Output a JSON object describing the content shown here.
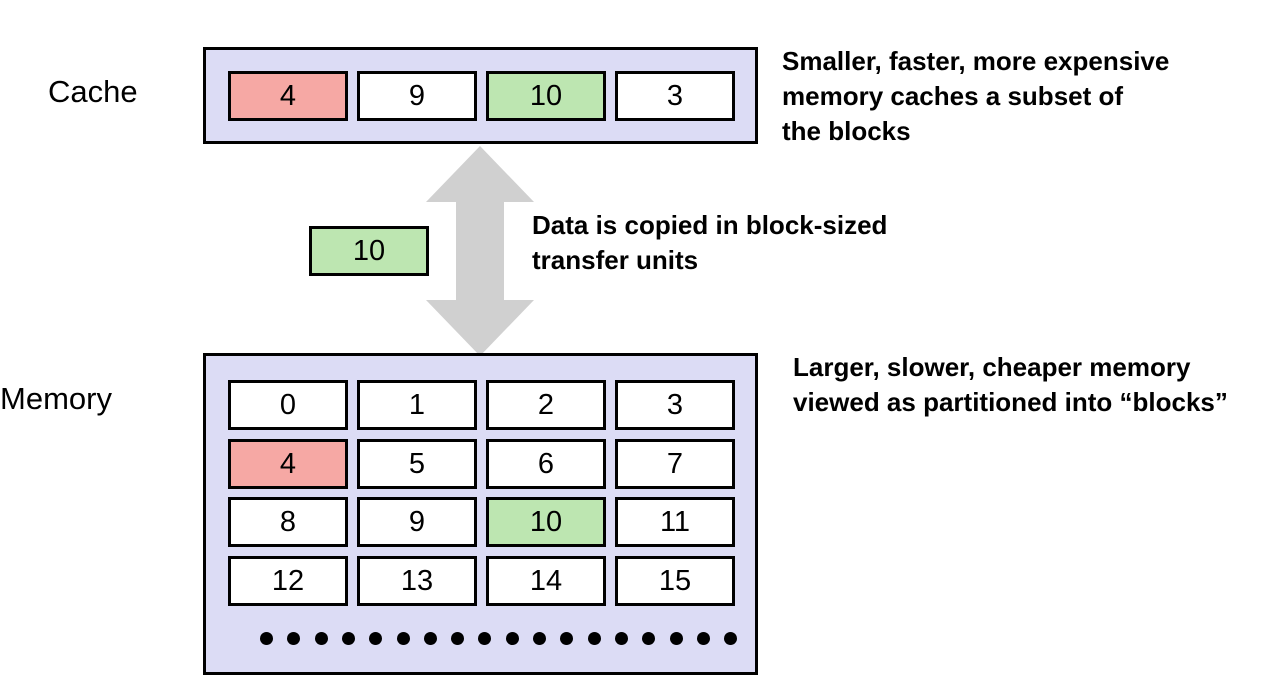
{
  "colors": {
    "panel_fill": "#dcdcf5",
    "block_fill": "#ffffff",
    "highlight_red": "#f6a8a4",
    "highlight_green": "#bde6b1",
    "arrow_fill": "#d0d0d0",
    "stroke": "#000000"
  },
  "cache": {
    "label": "Cache",
    "blocks": [
      {
        "value": "4",
        "highlight": "red"
      },
      {
        "value": "9",
        "highlight": "none"
      },
      {
        "value": "10",
        "highlight": "green"
      },
      {
        "value": "3",
        "highlight": "none"
      }
    ],
    "note": [
      "Smaller, faster, more expensive",
      "memory caches a  subset of",
      "the blocks"
    ]
  },
  "transfer": {
    "block": {
      "value": "10",
      "highlight": "green"
    },
    "note": [
      "Data is copied in block-sized",
      "transfer units"
    ]
  },
  "memory": {
    "label": "Memory",
    "rows": [
      [
        {
          "value": "0",
          "highlight": "none"
        },
        {
          "value": "1",
          "highlight": "none"
        },
        {
          "value": "2",
          "highlight": "none"
        },
        {
          "value": "3",
          "highlight": "none"
        }
      ],
      [
        {
          "value": "4",
          "highlight": "red"
        },
        {
          "value": "5",
          "highlight": "none"
        },
        {
          "value": "6",
          "highlight": "none"
        },
        {
          "value": "7",
          "highlight": "none"
        }
      ],
      [
        {
          "value": "8",
          "highlight": "none"
        },
        {
          "value": "9",
          "highlight": "none"
        },
        {
          "value": "10",
          "highlight": "green"
        },
        {
          "value": "11",
          "highlight": "none"
        }
      ],
      [
        {
          "value": "12",
          "highlight": "none"
        },
        {
          "value": "13",
          "highlight": "none"
        },
        {
          "value": "14",
          "highlight": "none"
        },
        {
          "value": "15",
          "highlight": "none"
        }
      ]
    ],
    "continuation_dots": 18,
    "note": [
      "Larger, slower, cheaper memory",
      "viewed as partitioned into “blocks”"
    ]
  }
}
